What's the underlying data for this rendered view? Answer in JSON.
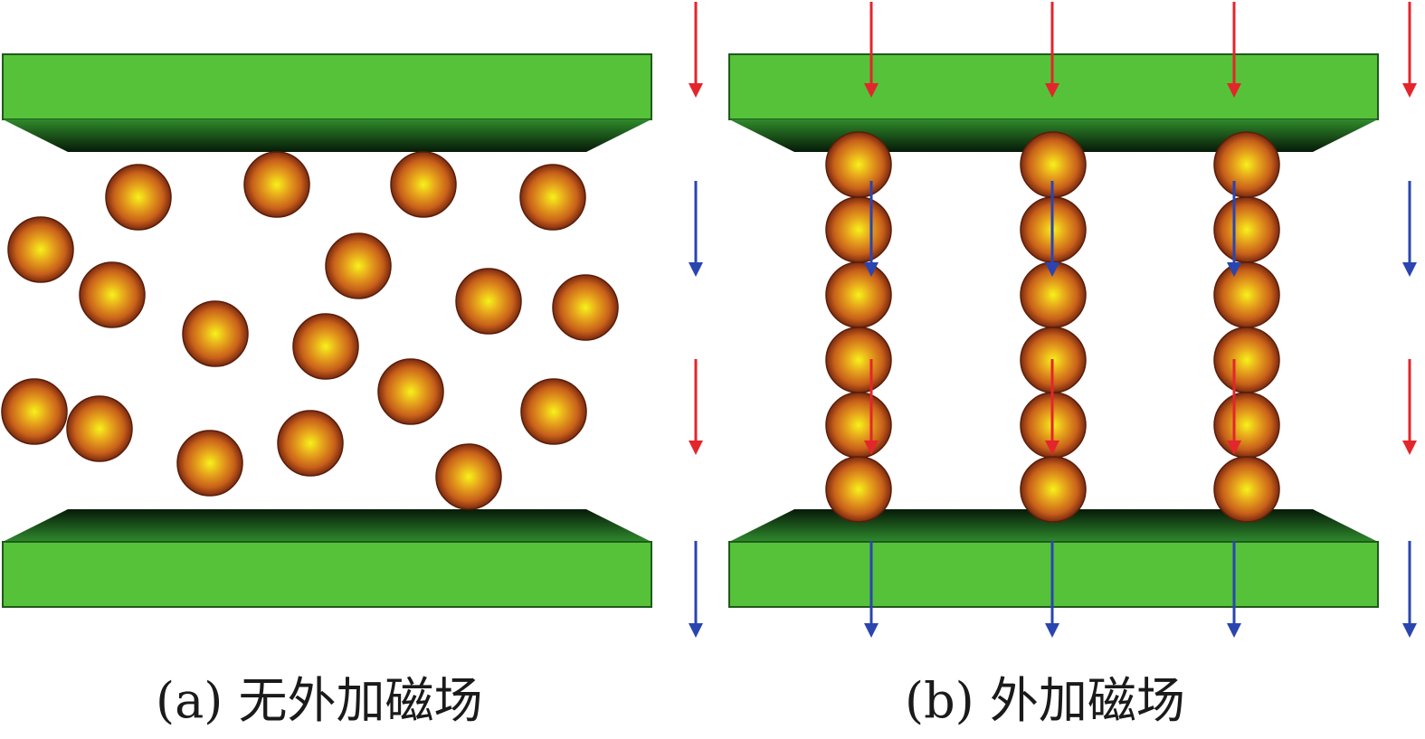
{
  "panels": [
    {
      "id": "a",
      "caption": "(a) 无外加磁场"
    },
    {
      "id": "b",
      "caption": "(b) 外加磁场"
    }
  ],
  "colors": {
    "plate_top": "#56c23a",
    "plate_dark": "#0d2a10",
    "particle_center": "#f6f21a",
    "particle_mid": "#e08a18",
    "particle_edge": "#7a2a10",
    "arrow_red": "#e3262b",
    "arrow_blue": "#2a45b0"
  }
}
